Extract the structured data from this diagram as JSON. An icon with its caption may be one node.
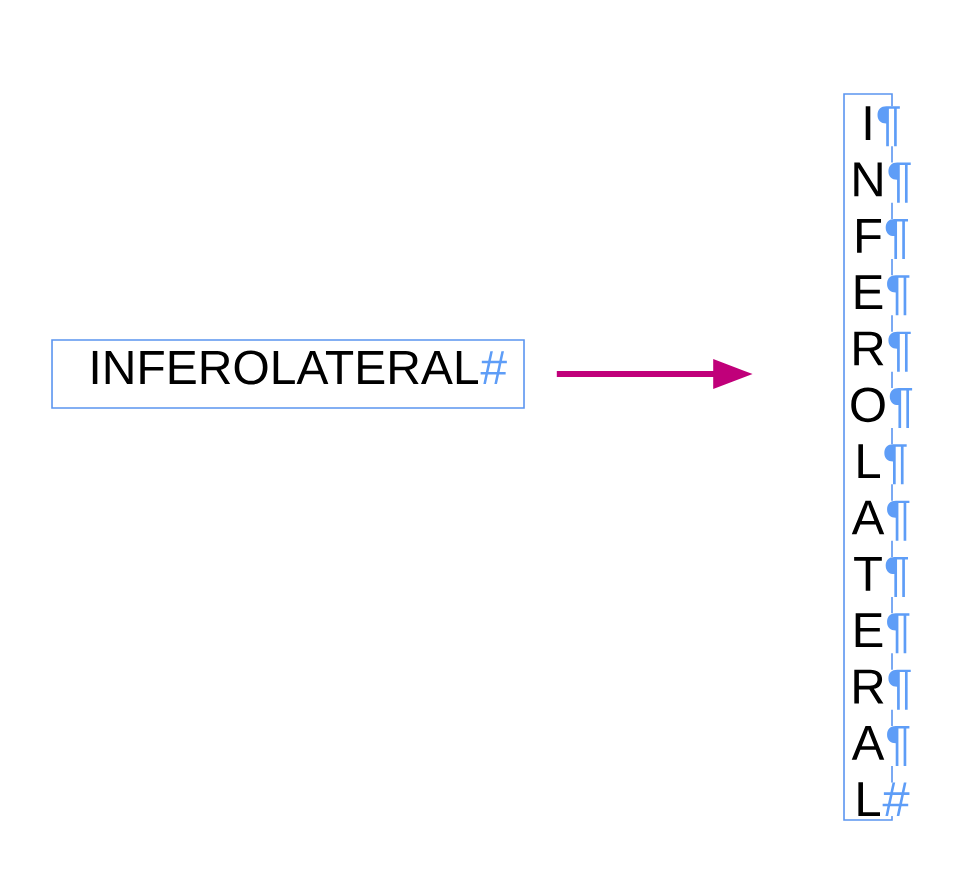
{
  "diagram": {
    "nodes": [
      {
        "text": [
          "INFEROLATERAL",
          "#"
        ]
      },
      {
        "text": [
          "I",
          "¶",
          "N",
          "¶",
          "F",
          "¶",
          "E",
          "¶",
          "R",
          "¶",
          "O",
          "¶",
          "L",
          "¶",
          "A",
          "¶",
          "T",
          "¶",
          "E",
          "¶",
          "R",
          "¶",
          "A",
          "¶",
          "L",
          "#"
        ]
      }
    ],
    "edges": [
      {
        "from": 0,
        "to": 1,
        "arrow": "to",
        "color": "#c0007a"
      }
    ]
  }
}
